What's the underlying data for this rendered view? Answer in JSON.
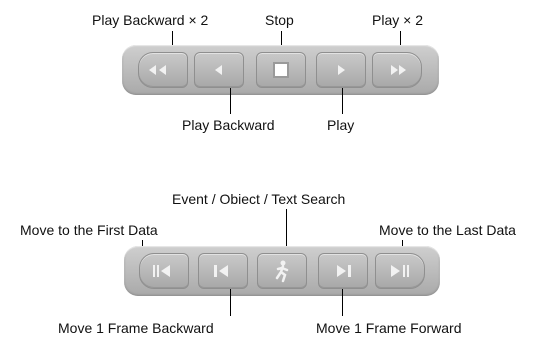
{
  "top_controls": {
    "play_backward_x2": "Play Backward × 2",
    "stop": "Stop",
    "play_x2": "Play × 2",
    "play_backward": "Play Backward",
    "play": "Play"
  },
  "bottom_controls": {
    "search": "Event / Obiect / Text Search",
    "first_data": "Move to the First Data",
    "last_data": "Move to the Last Data",
    "frame_backward": "Move 1 Frame Backward",
    "frame_forward": "Move 1 Frame Forward"
  },
  "icons": {
    "top": [
      "fast-rewind-icon",
      "rewind-icon",
      "stop-icon",
      "play-icon",
      "fast-forward-icon"
    ],
    "bottom": [
      "skip-to-first-icon",
      "step-backward-icon",
      "person-search-icon",
      "step-forward-icon",
      "skip-to-last-icon"
    ]
  },
  "colors": {
    "bar": "#b8b8b8",
    "icon": "#f0f0f0",
    "label": "#111111"
  }
}
